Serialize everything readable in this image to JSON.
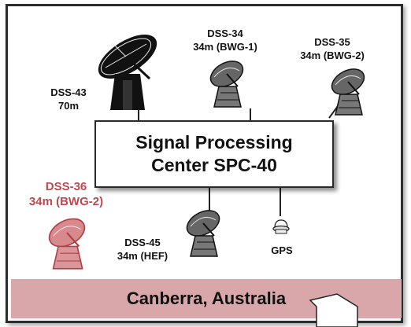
{
  "stations": [
    {
      "name": "DSS-43",
      "desc": "70m"
    },
    {
      "name": "DSS-34",
      "desc": "34m (BWG-1)"
    },
    {
      "name": "DSS-35",
      "desc": "34m (BWG-2)"
    },
    {
      "name": "DSS-36",
      "desc": "34m (BWG-2)"
    },
    {
      "name": "DSS-45",
      "desc": "34m (HEF)"
    }
  ],
  "gps_label": "GPS",
  "center": {
    "line1": "Signal Processing",
    "line2": "Center  SPC-40"
  },
  "location": "Canberra, Australia",
  "colors": {
    "highlight": "#c0484e",
    "banner": "#d9a7a9"
  }
}
